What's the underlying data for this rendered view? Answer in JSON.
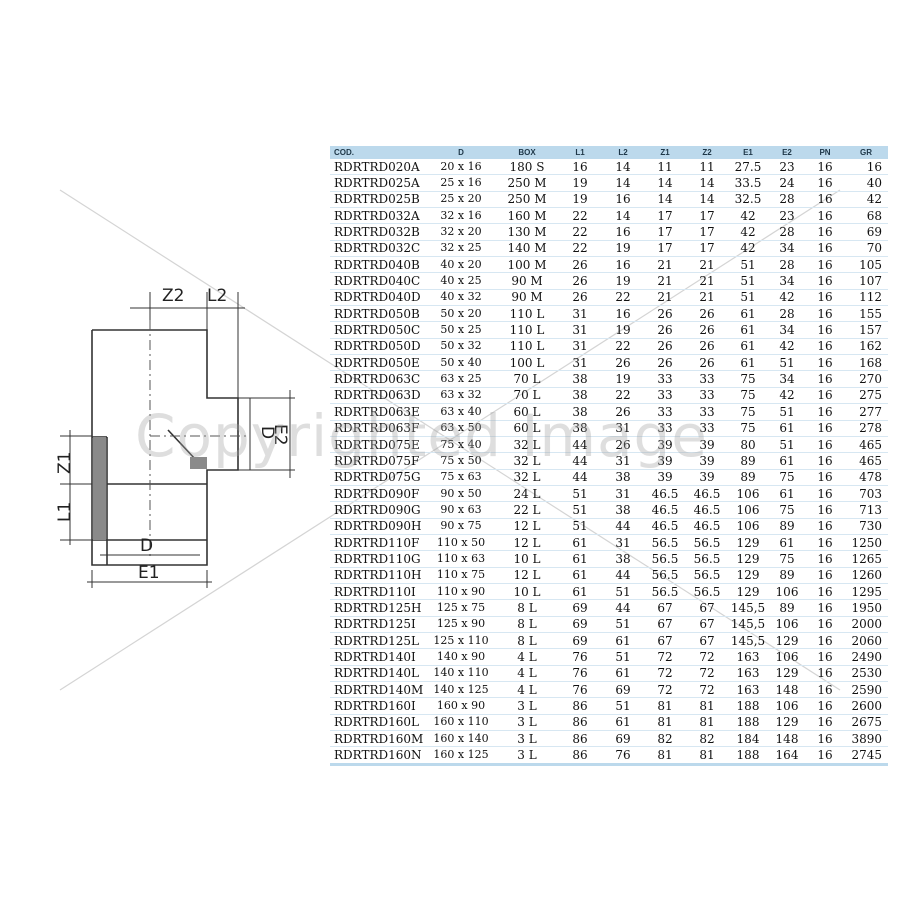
{
  "table": {
    "columns": [
      "COD.",
      "D",
      "BOX",
      "L1",
      "L2",
      "Z1",
      "Z2",
      "E1",
      "E2",
      "PN",
      "GR"
    ],
    "rows": [
      [
        "RDRTRD020A",
        "20 x 16",
        "180 S",
        "16",
        "14",
        "11",
        "11",
        "27.5",
        "23",
        "16",
        "16"
      ],
      [
        "RDRTRD025A",
        "25 x 16",
        "250 M",
        "19",
        "14",
        "14",
        "14",
        "33.5",
        "24",
        "16",
        "40"
      ],
      [
        "RDRTRD025B",
        "25 x 20",
        "250 M",
        "19",
        "16",
        "14",
        "14",
        "32.5",
        "28",
        "16",
        "42"
      ],
      [
        "RDRTRD032A",
        "32 x 16",
        "160 M",
        "22",
        "14",
        "17",
        "17",
        "42",
        "23",
        "16",
        "68"
      ],
      [
        "RDRTRD032B",
        "32 x 20",
        "130 M",
        "22",
        "16",
        "17",
        "17",
        "42",
        "28",
        "16",
        "69"
      ],
      [
        "RDRTRD032C",
        "32 x 25",
        "140 M",
        "22",
        "19",
        "17",
        "17",
        "42",
        "34",
        "16",
        "70"
      ],
      [
        "RDRTRD040B",
        "40 x 20",
        "100 M",
        "26",
        "16",
        "21",
        "21",
        "51",
        "28",
        "16",
        "105"
      ],
      [
        "RDRTRD040C",
        "40 x 25",
        "90 M",
        "26",
        "19",
        "21",
        "21",
        "51",
        "34",
        "16",
        "107"
      ],
      [
        "RDRTRD040D",
        "40 x 32",
        "90 M",
        "26",
        "22",
        "21",
        "21",
        "51",
        "42",
        "16",
        "112"
      ],
      [
        "RDRTRD050B",
        "50 x 20",
        "110 L",
        "31",
        "16",
        "26",
        "26",
        "61",
        "28",
        "16",
        "155"
      ],
      [
        "RDRTRD050C",
        "50 x 25",
        "110 L",
        "31",
        "19",
        "26",
        "26",
        "61",
        "34",
        "16",
        "157"
      ],
      [
        "RDRTRD050D",
        "50 x 32",
        "110 L",
        "31",
        "22",
        "26",
        "26",
        "61",
        "42",
        "16",
        "162"
      ],
      [
        "RDRTRD050E",
        "50 x 40",
        "100 L",
        "31",
        "26",
        "26",
        "26",
        "61",
        "51",
        "16",
        "168"
      ],
      [
        "RDRTRD063C",
        "63 x 25",
        "70 L",
        "38",
        "19",
        "33",
        "33",
        "75",
        "34",
        "16",
        "270"
      ],
      [
        "RDRTRD063D",
        "63 x 32",
        "70 L",
        "38",
        "22",
        "33",
        "33",
        "75",
        "42",
        "16",
        "275"
      ],
      [
        "RDRTRD063E",
        "63 x 40",
        "60 L",
        "38",
        "26",
        "33",
        "33",
        "75",
        "51",
        "16",
        "277"
      ],
      [
        "RDRTRD063F",
        "63 x 50",
        "60 L",
        "38",
        "31",
        "33",
        "33",
        "75",
        "61",
        "16",
        "278"
      ],
      [
        "RDRTRD075E",
        "75 x 40",
        "32 L",
        "44",
        "26",
        "39",
        "39",
        "80",
        "51",
        "16",
        "465"
      ],
      [
        "RDRTRD075F",
        "75 x 50",
        "32 L",
        "44",
        "31",
        "39",
        "39",
        "89",
        "61",
        "16",
        "465"
      ],
      [
        "RDRTRD075G",
        "75 x 63",
        "32 L",
        "44",
        "38",
        "39",
        "39",
        "89",
        "75",
        "16",
        "478"
      ],
      [
        "RDRTRD090F",
        "90 x 50",
        "24 L",
        "51",
        "31",
        "46.5",
        "46.5",
        "106",
        "61",
        "16",
        "703"
      ],
      [
        "RDRTRD090G",
        "90 x 63",
        "22 L",
        "51",
        "38",
        "46.5",
        "46.5",
        "106",
        "75",
        "16",
        "713"
      ],
      [
        "RDRTRD090H",
        "90 x 75",
        "12 L",
        "51",
        "44",
        "46.5",
        "46.5",
        "106",
        "89",
        "16",
        "730"
      ],
      [
        "RDRTRD110F",
        "110 x 50",
        "12 L",
        "61",
        "31",
        "56.5",
        "56.5",
        "129",
        "61",
        "16",
        "1250"
      ],
      [
        "RDRTRD110G",
        "110 x 63",
        "10 L",
        "61",
        "38",
        "56.5",
        "56.5",
        "129",
        "75",
        "16",
        "1265"
      ],
      [
        "RDRTRD110H",
        "110 x 75",
        "12 L",
        "61",
        "44",
        "56.5",
        "56.5",
        "129",
        "89",
        "16",
        "1260"
      ],
      [
        "RDRTRD110I",
        "110 x 90",
        "10 L",
        "61",
        "51",
        "56.5",
        "56.5",
        "129",
        "106",
        "16",
        "1295"
      ],
      [
        "RDRTRD125H",
        "125 x 75",
        "8 L",
        "69",
        "44",
        "67",
        "67",
        "145,5",
        "89",
        "16",
        "1950"
      ],
      [
        "RDRTRD125I",
        "125 x 90",
        "8 L",
        "69",
        "51",
        "67",
        "67",
        "145,5",
        "106",
        "16",
        "2000"
      ],
      [
        "RDRTRD125L",
        "125 x 110",
        "8 L",
        "69",
        "61",
        "67",
        "67",
        "145,5",
        "129",
        "16",
        "2060"
      ],
      [
        "RDRTRD140I",
        "140 x 90",
        "4 L",
        "76",
        "51",
        "72",
        "72",
        "163",
        "106",
        "16",
        "2490"
      ],
      [
        "RDRTRD140L",
        "140 x 110",
        "4 L",
        "76",
        "61",
        "72",
        "72",
        "163",
        "129",
        "16",
        "2530"
      ],
      [
        "RDRTRD140M",
        "140 x 125",
        "4 L",
        "76",
        "69",
        "72",
        "72",
        "163",
        "148",
        "16",
        "2590"
      ],
      [
        "RDRTRD160I",
        "160 x 90",
        "3 L",
        "86",
        "51",
        "81",
        "81",
        "188",
        "106",
        "16",
        "2600"
      ],
      [
        "RDRTRD160L",
        "160 x 110",
        "3 L",
        "86",
        "61",
        "81",
        "81",
        "188",
        "129",
        "16",
        "2675"
      ],
      [
        "RDRTRD160M",
        "160 x 140",
        "3 L",
        "86",
        "69",
        "82",
        "82",
        "184",
        "148",
        "16",
        "3890"
      ],
      [
        "RDRTRD160N",
        "160 x 125",
        "3 L",
        "86",
        "76",
        "81",
        "81",
        "188",
        "164",
        "16",
        "2745"
      ]
    ]
  },
  "drawing": {
    "labels": {
      "z2": "Z2",
      "l2": "L2",
      "z1": "Z1",
      "l1": "L1",
      "d": "D",
      "e1": "E1",
      "d_side": "D",
      "e2": "E2"
    }
  },
  "watermark": "Copyrighted Image"
}
